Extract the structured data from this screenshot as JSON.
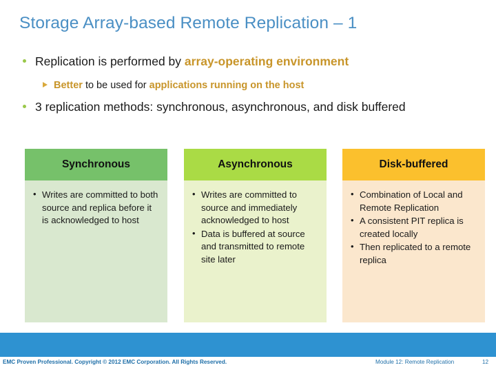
{
  "slide": {
    "title": "Storage Array-based Remote Replication – 1",
    "title_color": "#4a8fc4",
    "background": "#ffffff"
  },
  "bullets": {
    "level1_bullet_color": "#9ac84a",
    "level2_arrow_color": "#d9a93c",
    "highlight_color": "#c8952a",
    "items": [
      {
        "level": 1,
        "parts": [
          {
            "text": "Replication is performed by ",
            "highlight": false
          },
          {
            "text": "array-operating environment",
            "highlight": true
          }
        ]
      },
      {
        "level": 2,
        "parts": [
          {
            "text": "Better ",
            "highlight": true
          },
          {
            "text": "to be used for ",
            "highlight": false
          },
          {
            "text": "applications running on the host",
            "highlight": true
          }
        ]
      },
      {
        "level": 1,
        "parts": [
          {
            "text": "3 replication methods: synchronous, asynchronous, and disk buffered",
            "highlight": false
          }
        ]
      }
    ]
  },
  "columns": [
    {
      "header": "Synchronous",
      "header_bg": "#76c16a",
      "body_bg": "#d9e8cf",
      "items": [
        "Writes are committed to both source and replica before it is acknowledged to host"
      ]
    },
    {
      "header": "Asynchronous",
      "header_bg": "#aadb45",
      "body_bg": "#eaf2cc",
      "items": [
        "Writes are committed to source and immediately acknowledged to host",
        "Data is buffered at source and transmitted to remote site later"
      ]
    },
    {
      "header": "Disk-buffered",
      "header_bg": "#fbc02d",
      "body_bg": "#fbe7cd",
      "items": [
        "Combination of Local and Remote Replication",
        "A consistent PIT replica is created locally",
        "Then replicated to a remote replica"
      ]
    }
  ],
  "footer": {
    "bar_color": "#2e92d1",
    "text_color": "#1f6fa8",
    "left": "EMC Proven Professional. Copyright © 2012 EMC Corporation. All Rights Reserved.",
    "module": "Module 12: Remote Replication",
    "page": "12"
  }
}
